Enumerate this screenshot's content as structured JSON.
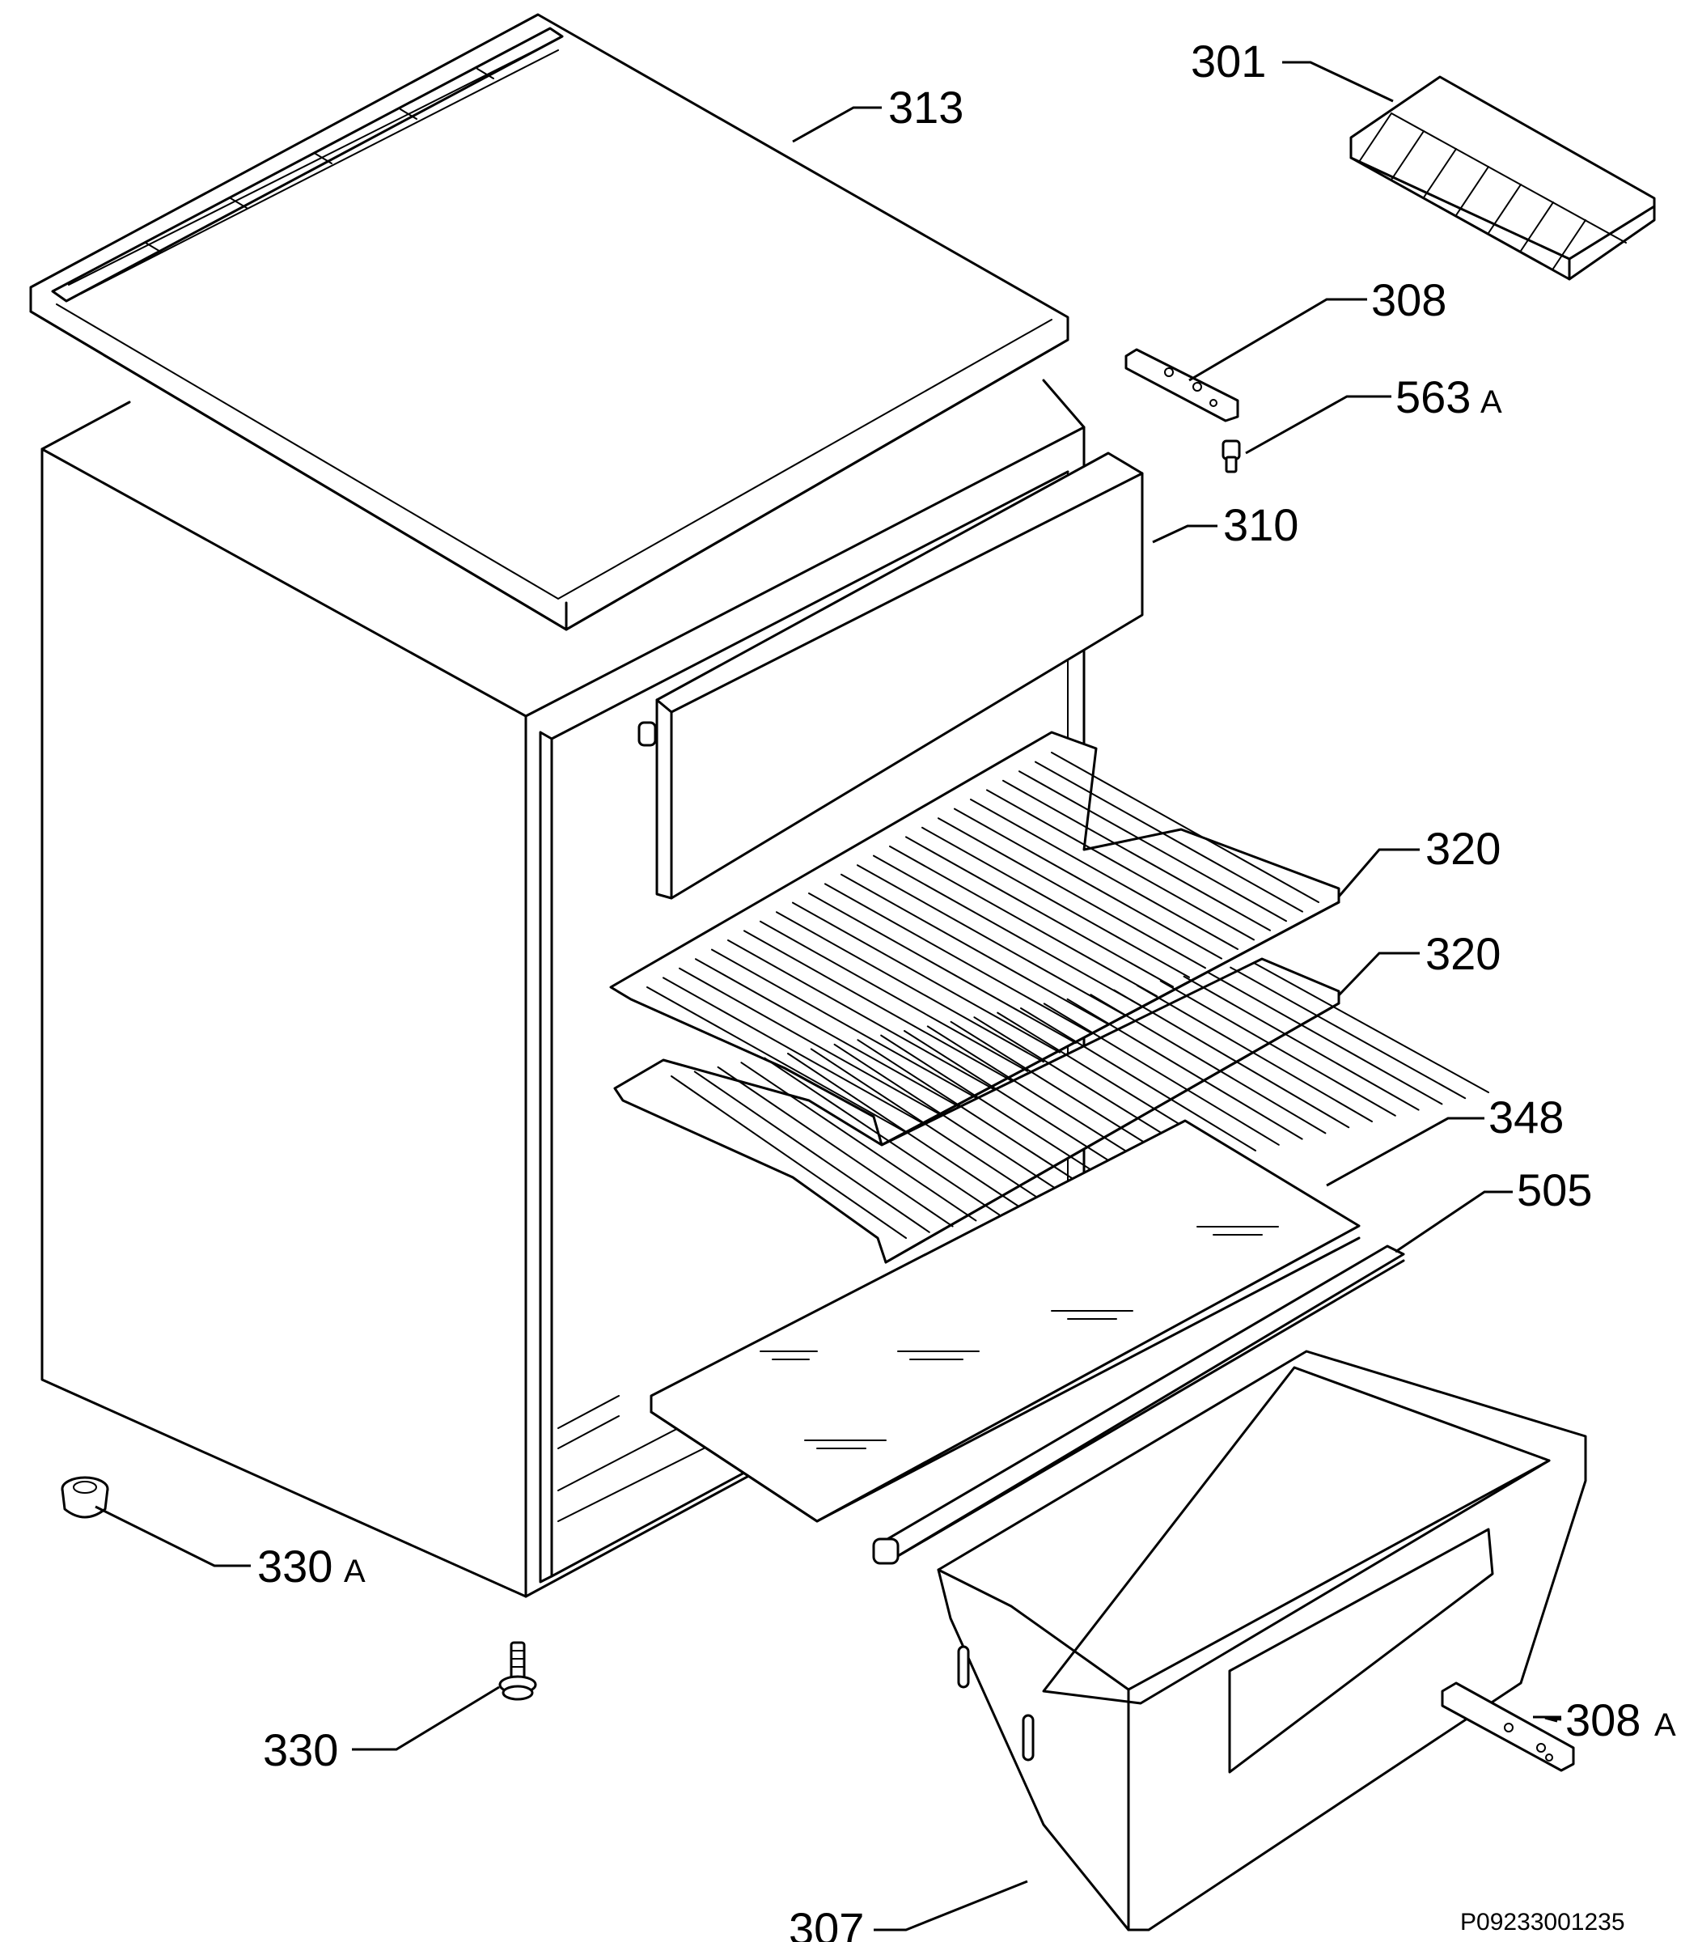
{
  "labels": {
    "p301": "301",
    "p313": "313",
    "p308": "308",
    "p563": "563",
    "p563_suffix": "A",
    "p310": "310",
    "p320_upper": "320",
    "p320_lower": "320",
    "p348": "348",
    "p505": "505",
    "p330a": "330",
    "p330a_suffix": "A",
    "p330": "330",
    "p308a": "308",
    "p308a_suffix": "A",
    "p307": "307"
  },
  "drawing_code": "P09233001235"
}
